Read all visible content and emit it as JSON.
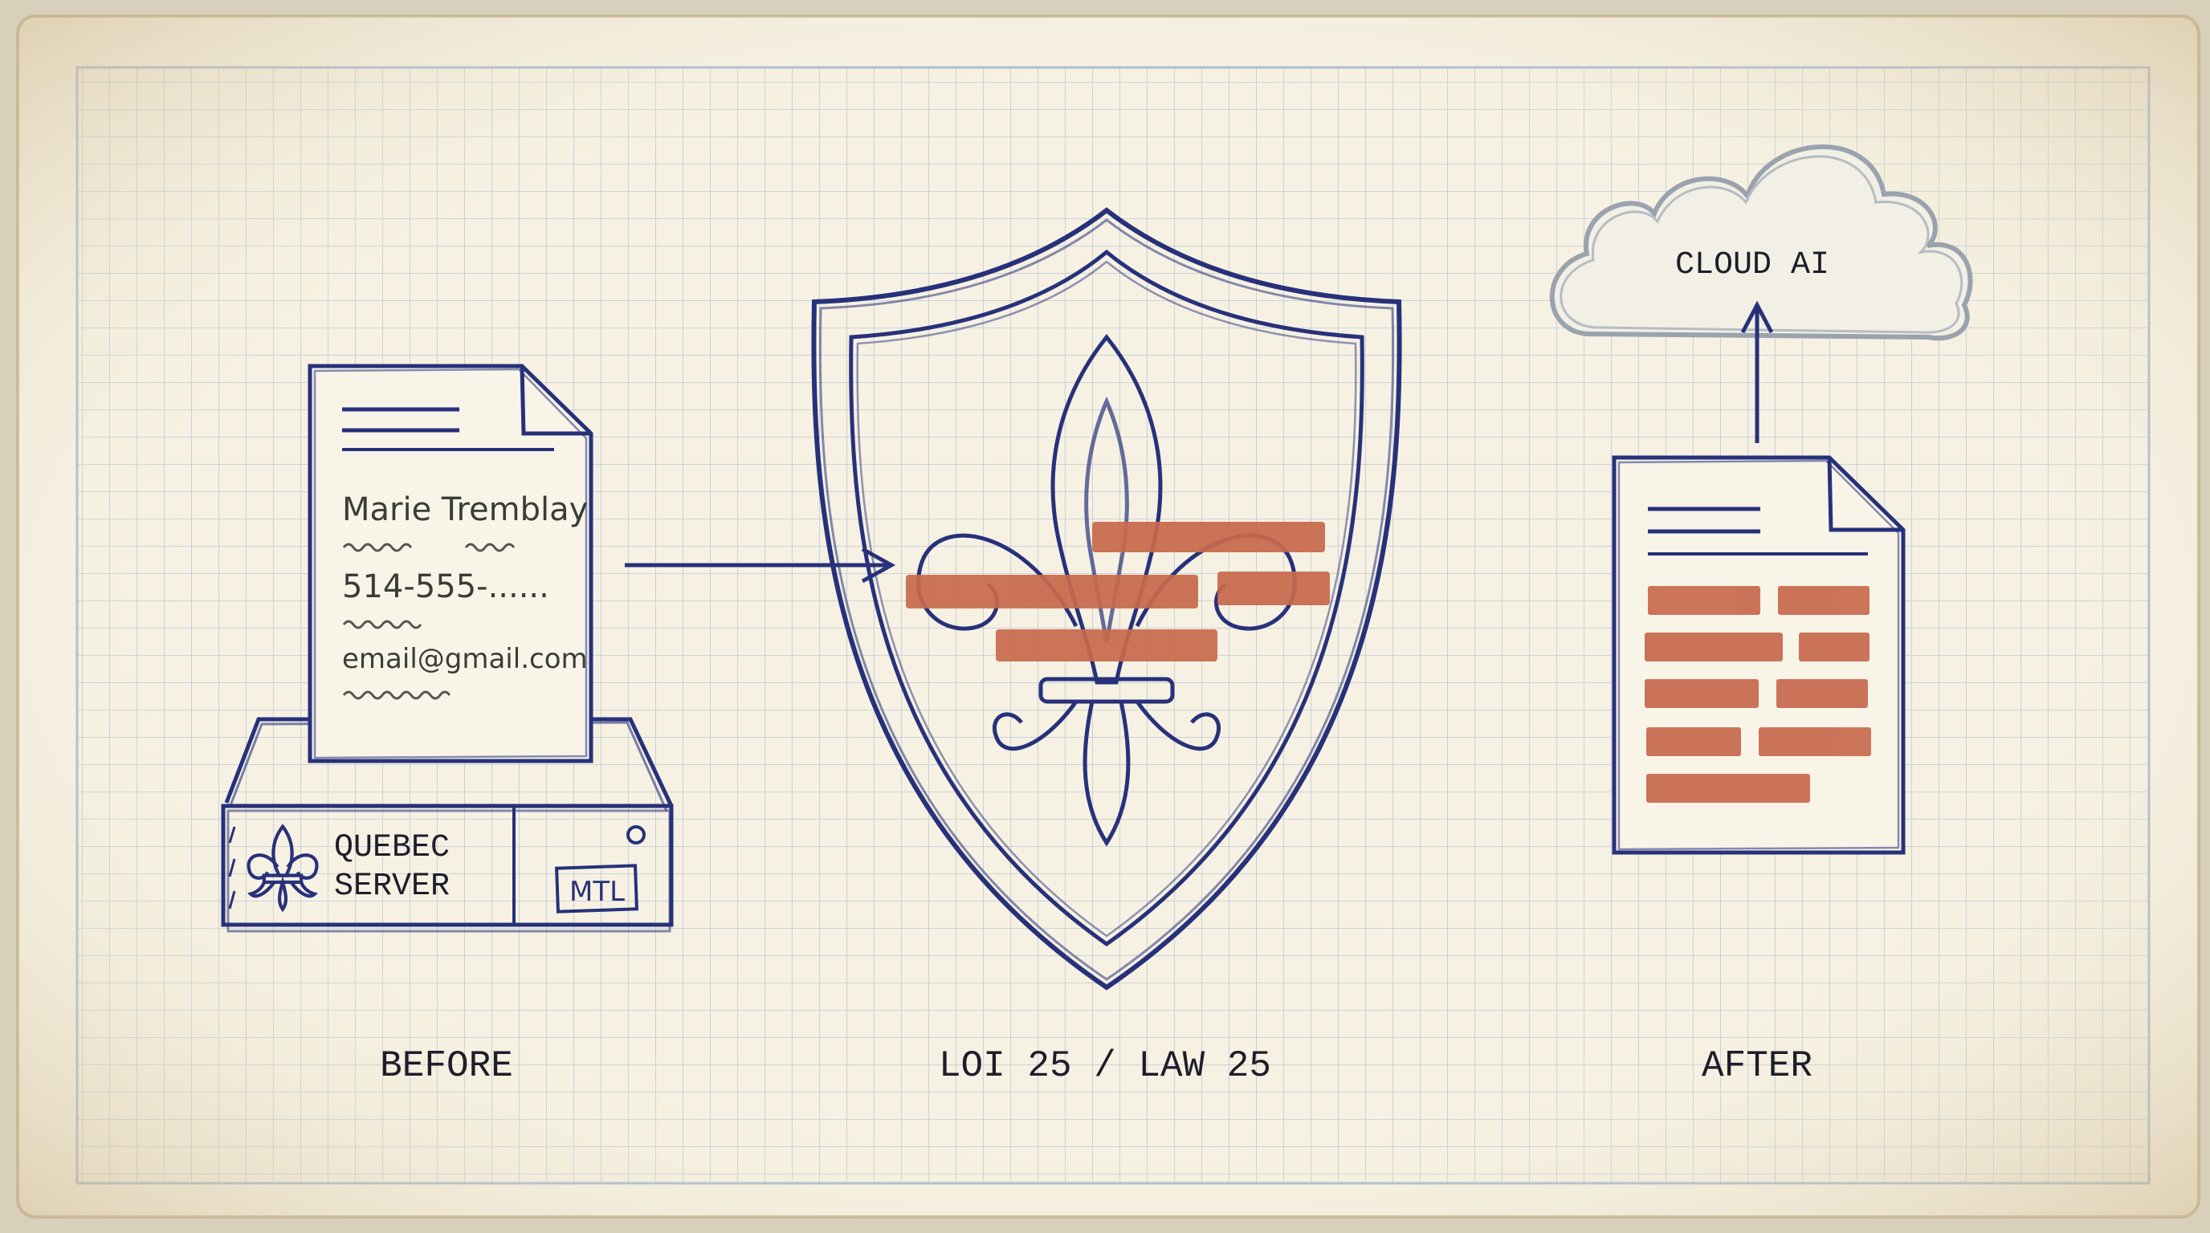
{
  "document": {
    "name": "Marie Tremblay",
    "phone": "514-555-......",
    "email": "email@gmail.com"
  },
  "server": {
    "line1": "QUEBEC",
    "line2": "SERVER",
    "tag": "MTL"
  },
  "labels": {
    "before": "BEFORE",
    "center": "LOI 25 / LAW 25",
    "after": "AFTER",
    "cloud": "CLOUD AI"
  },
  "colors": {
    "ink": "#27317a",
    "redaction": "#c8694c",
    "paper": "#f6f1e2",
    "grid": "#b9c8d6",
    "cloud": "#9aa3ad",
    "pencil": "#55574f"
  },
  "icons": [
    "fleur-de-lis-icon",
    "shield-icon",
    "document-icon",
    "server-icon",
    "cloud-icon",
    "arrow-right-icon",
    "arrow-up-icon"
  ]
}
